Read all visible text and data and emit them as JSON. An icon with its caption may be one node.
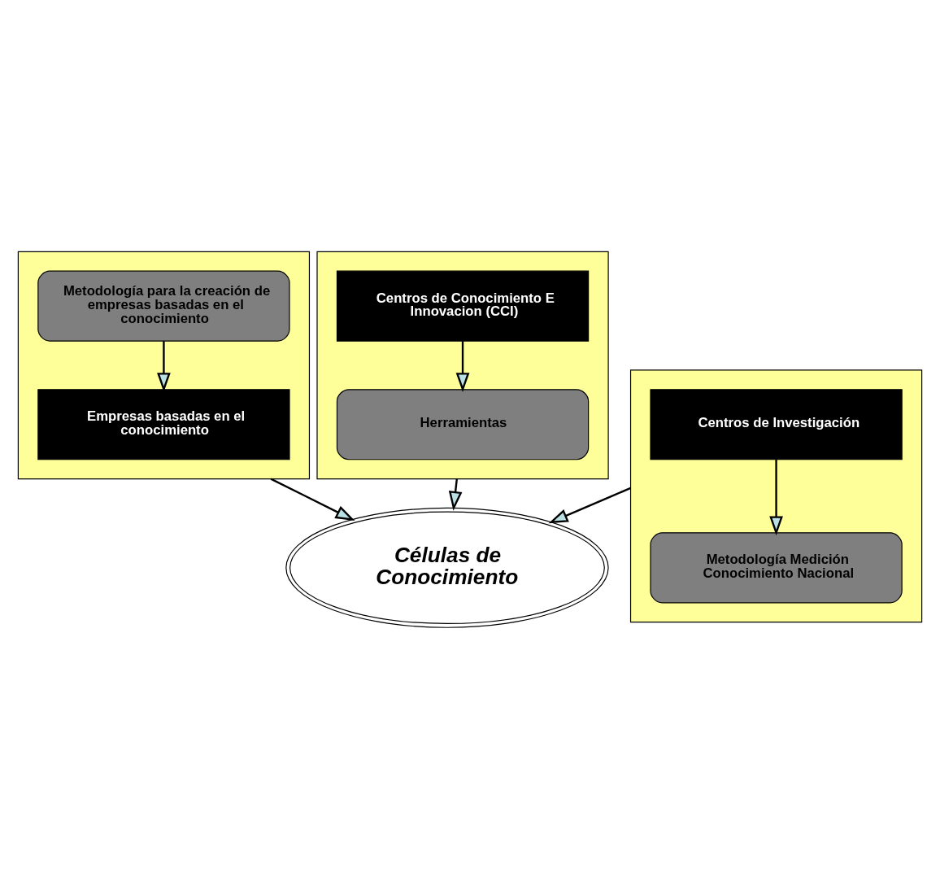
{
  "diagram": {
    "nodes": [
      {
        "text": [],
        "shape": "box"
      },
      {
        "text": [
          "Metodología para la creación de empresas basadas en el conocimiento"
        ],
        "in": 0
      },
      {
        "text": [
          "Empresas basadas en el conocimiento"
        ],
        "in": 0
      },
      {
        "text": [],
        "shape": "box"
      },
      {
        "text": [
          "Centros de Conocimiento E Innovacion (CCI)"
        ],
        "in": 3
      },
      {
        "text": [
          "Herramientas"
        ],
        "in": 3
      },
      {
        "text": [
          "Células de Conocimiento"
        ]
      },
      {
        "text": [],
        "shape": "box"
      },
      {
        "text": [
          "Metodología Medición Conocimiento Nacional"
        ],
        "in": 7
      },
      {
        "text": [
          "Centros de Investigación"
        ],
        "in": 7
      }
    ],
    "edges": [
      {
        "from": 1,
        "to": 2,
        "arrow": "to"
      },
      {
        "from": 4,
        "to": 5,
        "arrow": "to"
      },
      {
        "from": 0,
        "to": 6,
        "arrow": "to"
      },
      {
        "from": 3,
        "to": 6,
        "arrow": "to"
      },
      {
        "from": 7,
        "to": 6,
        "arrow": "to"
      },
      {
        "from": 9,
        "to": 8,
        "arrow": "to"
      }
    ]
  }
}
